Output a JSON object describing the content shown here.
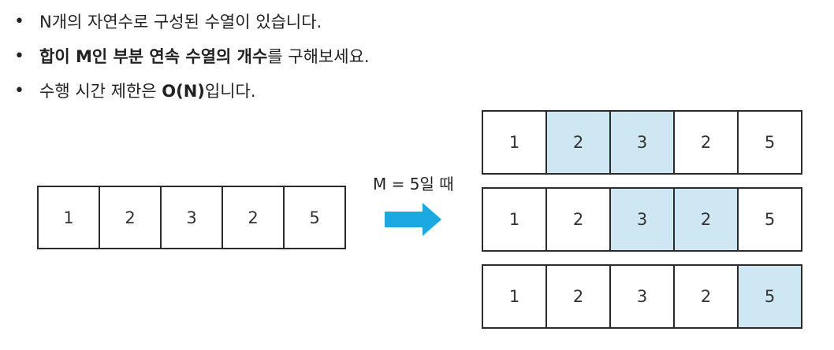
{
  "bullets": [
    {
      "symbol": "•",
      "pre": "N개의 자연수로 구성된 수열이 있습니다.",
      "bold": "",
      "post": ""
    },
    {
      "symbol": "•",
      "pre": "",
      "bold": "합이 M인 부분 연속 수열의 개수",
      "post": "를 구해보세요."
    },
    {
      "symbol": "•",
      "pre": "수행 시간 제한은 ",
      "bold": "O(N)",
      "post": "입니다."
    }
  ],
  "condition_label": "M = 5일 때",
  "input_sequence": [
    "1",
    "2",
    "3",
    "2",
    "5"
  ],
  "result_sequences": [
    {
      "values": [
        "1",
        "2",
        "3",
        "2",
        "5"
      ],
      "highlight": [
        1,
        2
      ]
    },
    {
      "values": [
        "1",
        "2",
        "3",
        "2",
        "5"
      ],
      "highlight": [
        2,
        3
      ]
    },
    {
      "values": [
        "1",
        "2",
        "3",
        "2",
        "5"
      ],
      "highlight": [
        4
      ]
    }
  ],
  "colors": {
    "highlight": "#cfe7f3",
    "arrow": "#1ba7e0"
  }
}
